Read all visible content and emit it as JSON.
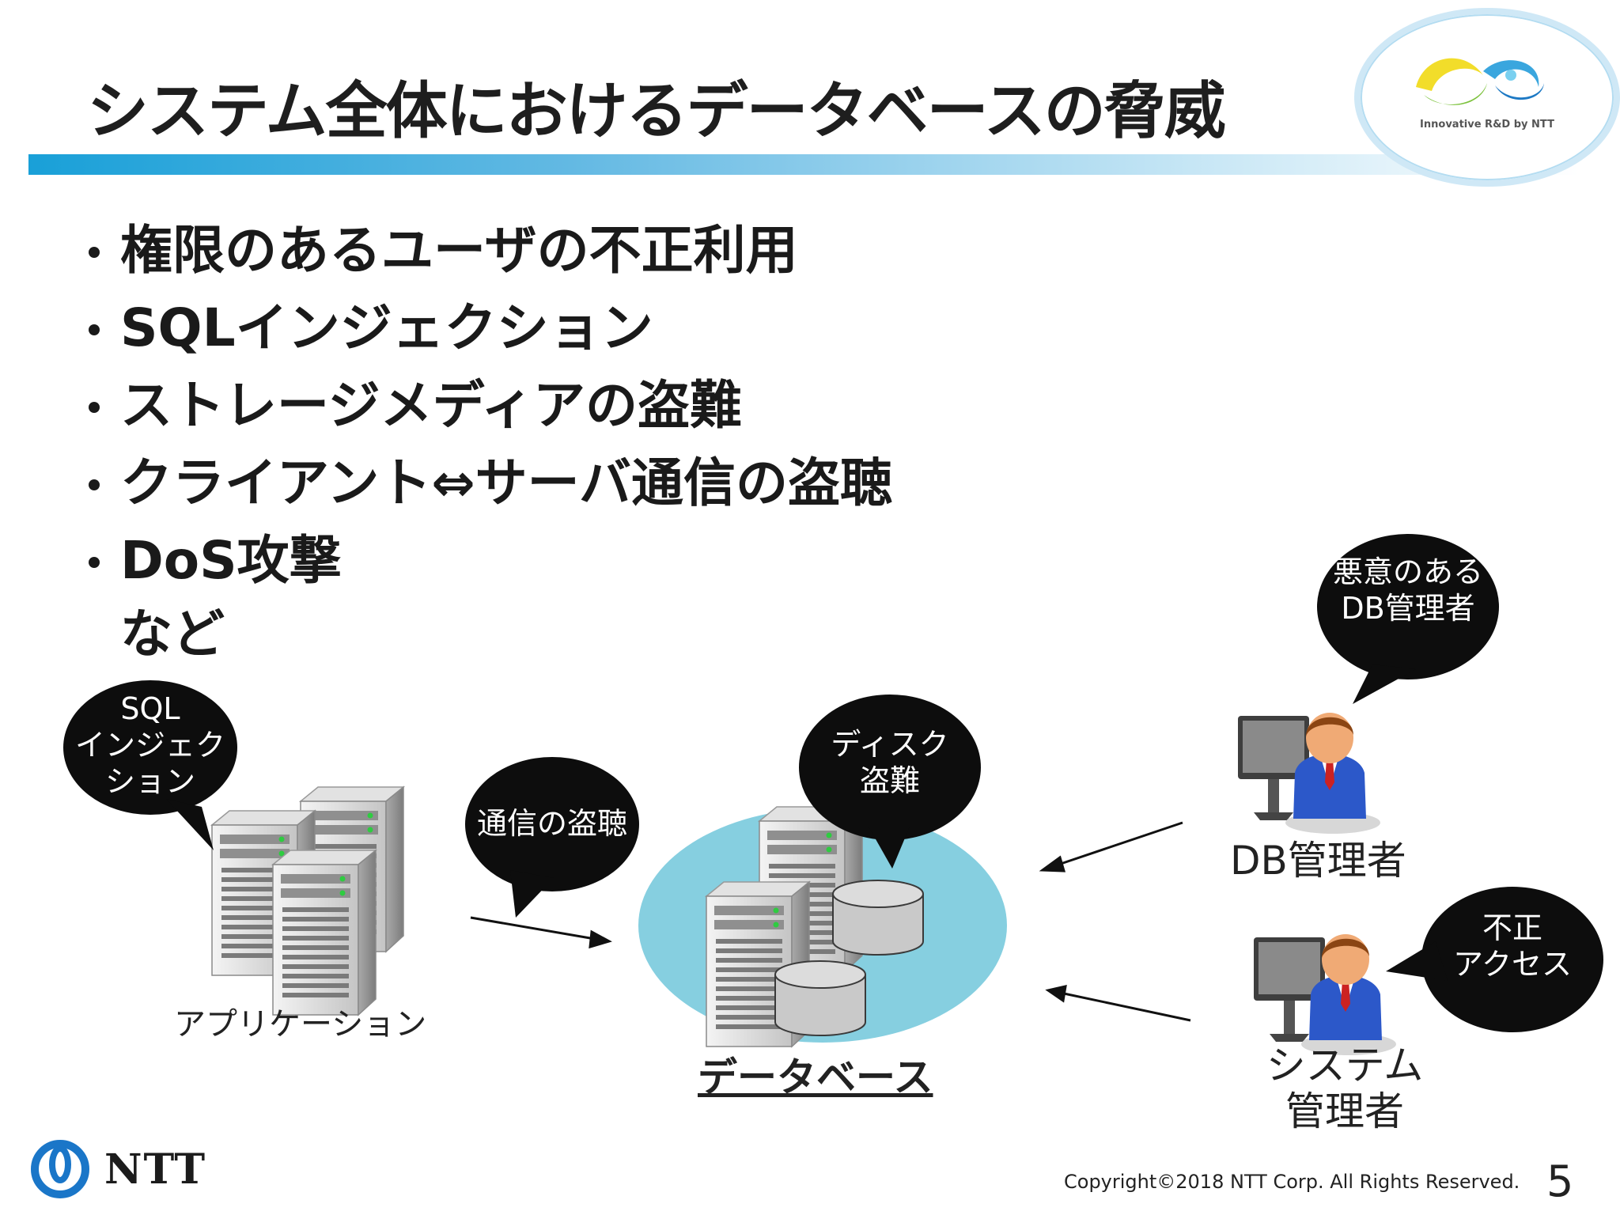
{
  "header": {
    "title": "システム全体におけるデータベースの脅威"
  },
  "logo": {
    "tagline": "Innovative R&D by NTT"
  },
  "bullets": [
    "権限のあるユーザの不正利用",
    "SQLインジェクション",
    "ストレージメディアの盗難",
    "クライアント⇔サーバ通信の盗聴",
    "DoS攻撃"
  ],
  "bullet_continuation": "など",
  "diagram": {
    "bubbles": {
      "sql_injection": [
        "SQL",
        "インジェク",
        "ション"
      ],
      "eavesdrop": "通信の盗聴",
      "disk_theft": [
        "ディスク",
        "盗難"
      ],
      "malicious_admin": [
        "悪意のある",
        "DB管理者"
      ],
      "unauthorized": [
        "不正",
        "アクセス"
      ]
    },
    "labels": {
      "application": "アプリケーション",
      "database": "データベース",
      "db_admin": "DB管理者",
      "sys_admin": [
        "システム",
        "管理者"
      ]
    }
  },
  "footer": {
    "company": "NTT",
    "copyright": "Copyright©2018  NTT Corp. All Rights Reserved.",
    "page": "5"
  },
  "colors": {
    "accent_blue": "#19a0d8",
    "db_ellipse": "#86cfe0",
    "bubble": "#0d0d0d",
    "tie_red": "#cc2222",
    "shirt_blue": "#2c58c9"
  }
}
